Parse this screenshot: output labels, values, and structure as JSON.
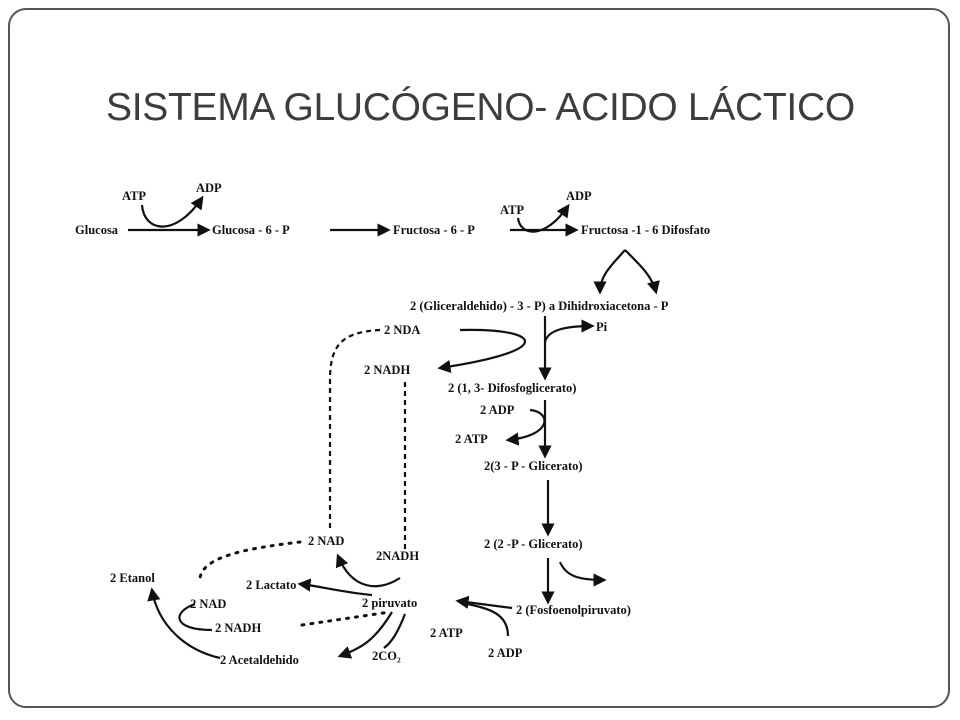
{
  "title": "SISTEMA GLUCÓGENO- ACIDO LÁCTICO",
  "labels": {
    "atp_1": "ATP",
    "adp_1": "ADP",
    "glucosa": "Glucosa",
    "glucosa_6p": "Glucosa - 6 - P",
    "fructosa_6p": "Fructosa - 6 - P",
    "atp_2": "ATP",
    "adp_2": "ADP",
    "fructosa_16": "Fructosa -1 - 6 Difosfato",
    "gliceraldehido": "2 (Gliceraldehido) - 3 - P) a Dihidroxiacetona - P",
    "nda": "2 NDA",
    "pi": "Pi",
    "nadh_1": "2 NADH",
    "difosfoglicerato": "2 (1, 3- Difosfoglicerato)",
    "adp_3": "2 ADP",
    "atp_3": "2 ATP",
    "glicerato_3p": "2(3 - P - Glicerato)",
    "nad_1": "2 NAD",
    "nadh_2": "2NADH",
    "glicerato_2p": "2 (2 -P - Glicerato)",
    "etanol": "2 Etanol",
    "lactato": "2 Lactato",
    "nad_2": "2 NAD",
    "piruvato": "2 piruvato",
    "fosfoenolpiruvato": "2 (Fosfoenolpiruvato)",
    "nadh_3": "2 NADH",
    "atp_4": "2 ATP",
    "acetaldehido": "2 Acetaldehido",
    "co2": "2CO₂",
    "adp_4": "2 ADP"
  }
}
